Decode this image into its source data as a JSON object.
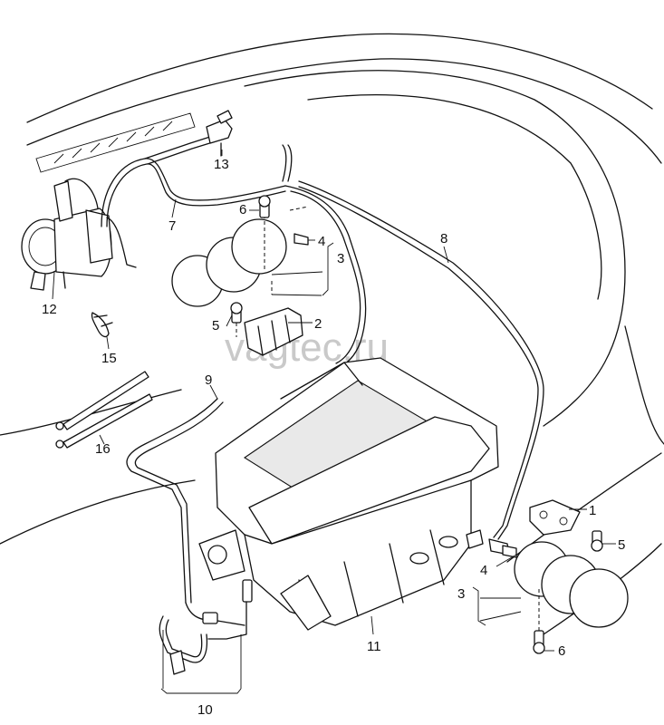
{
  "watermark": "vagtec.ru",
  "callouts": {
    "c1": "1",
    "c2": "2",
    "c3a": "3",
    "c3b": "3",
    "c4a": "4",
    "c4b": "4",
    "c5a": "5",
    "c5b": "5",
    "c6a": "6",
    "c6b": "6",
    "c7": "7",
    "c8": "8",
    "c9": "9",
    "c10": "10",
    "c11": "11",
    "c12": "12",
    "c13": "13",
    "c15": "15",
    "c16": "16"
  },
  "colors": {
    "line": "#111111",
    "background": "#ffffff",
    "watermark": "#c9c9c9"
  }
}
